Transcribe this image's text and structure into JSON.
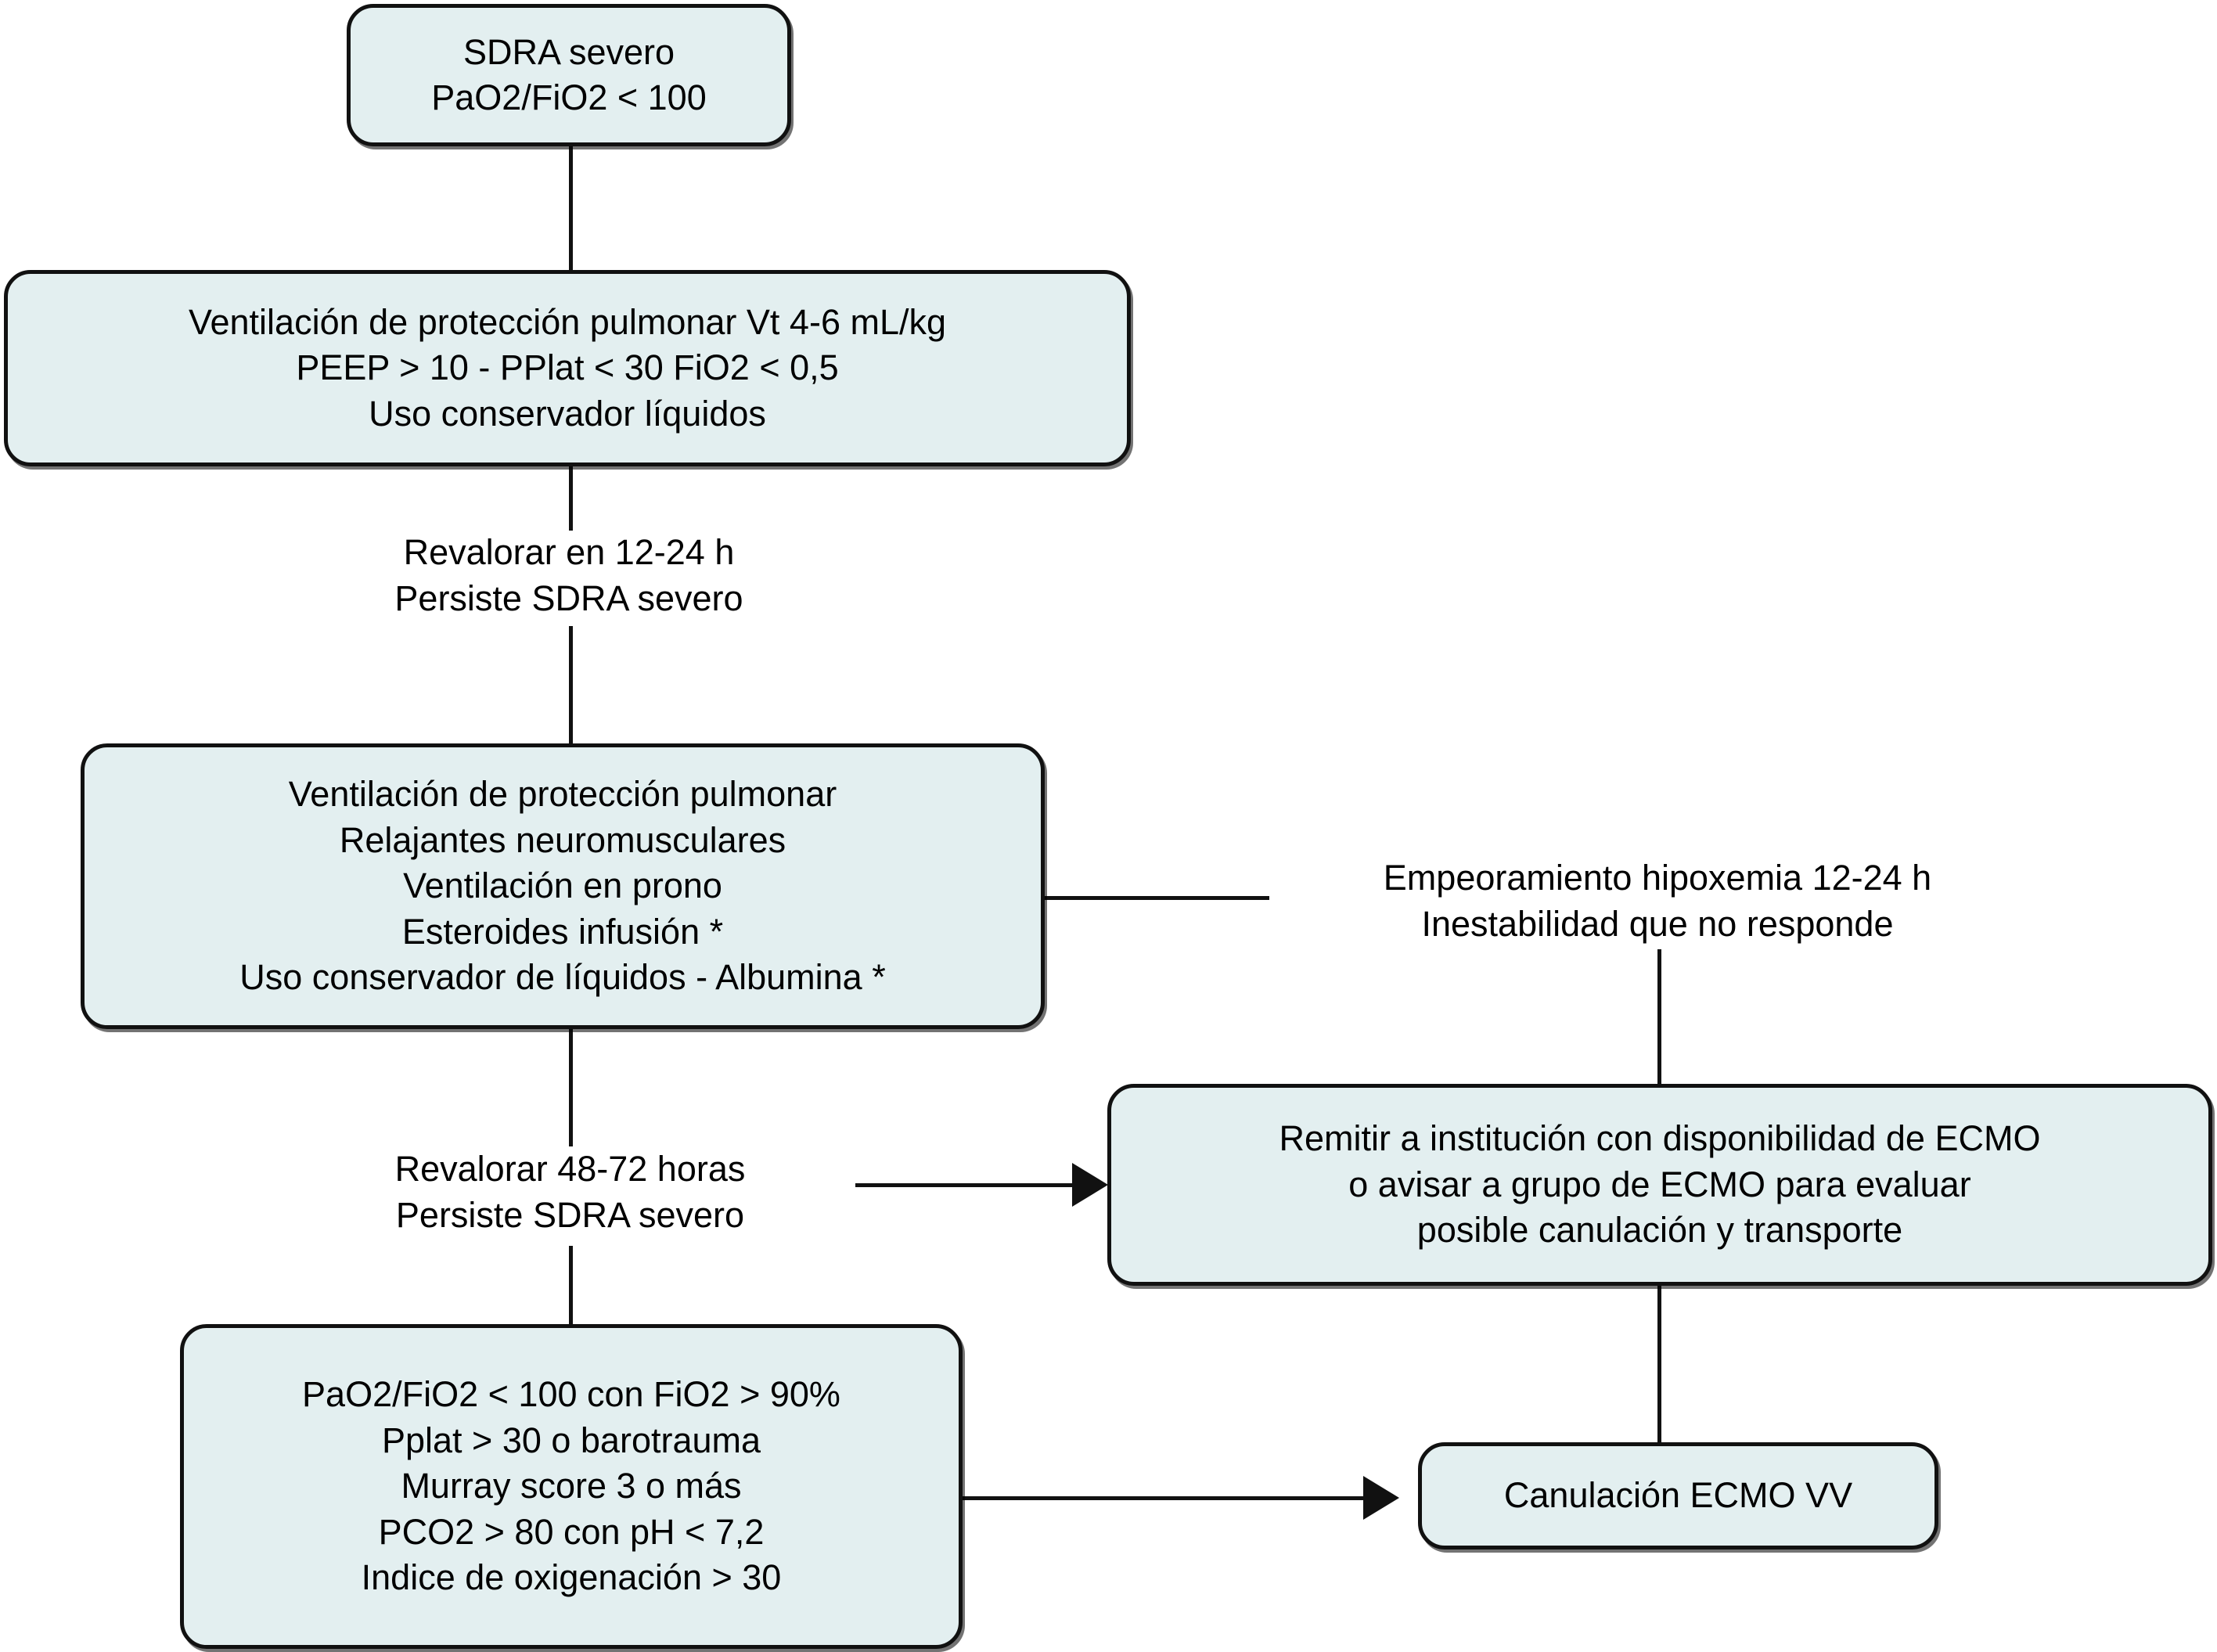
{
  "diagram": {
    "title": "Algoritmo de manejo SDRA severo y ECMO",
    "language": "es",
    "fill_color": "#e3eff0",
    "stroke_color": "#111111",
    "text_color": "#000000",
    "background_color": "#ffffff"
  },
  "nodes": {
    "sdra_severo": {
      "line1": "SDRA severo",
      "line2": "PaO2/FiO2 < 100"
    },
    "ventilacion_proteccion": {
      "line1": "Ventilación de protección pulmonar Vt 4-6 mL/kg",
      "line2": "PEEP > 10 - PPlat < 30 FiO2 < 0,5",
      "line3": "Uso conservador líquidos"
    },
    "manejo_avanzado": {
      "line1": "Ventilación de protección pulmonar",
      "line2": "Relajantes neuromusculares",
      "line3": "Ventilación en prono",
      "line4": "Esteroides infusión *",
      "line5": "Uso conservador de líquidos - Albumina *"
    },
    "criterios_ecmo": {
      "line1": "PaO2/FiO2 < 100 con FiO2 > 90%",
      "line2": "Pplat > 30 o barotrauma",
      "line3": "Murray score 3 o más",
      "line4": "PCO2 > 80 con pH < 7,2",
      "line5": "Indice de oxigenación > 30"
    },
    "remitir_ecmo": {
      "line1": "Remitir a institución con disponibilidad de ECMO",
      "line2": "o avisar a grupo de ECMO para evaluar",
      "line3": "posible canulación y transporte"
    },
    "canulacion": {
      "line1": "Canulación ECMO VV"
    }
  },
  "edge_labels": {
    "revalorar_12_24": {
      "line1": "Revalorar en 12-24 h",
      "line2": "Persiste SDRA severo"
    },
    "empeoramiento": {
      "line1": "Empeoramiento hipoxemia 12-24 h",
      "line2": "Inestabilidad que no responde"
    },
    "revalorar_48_72": {
      "line1": "Revalorar 48-72 horas",
      "line2": "Persiste SDRA severo"
    }
  }
}
